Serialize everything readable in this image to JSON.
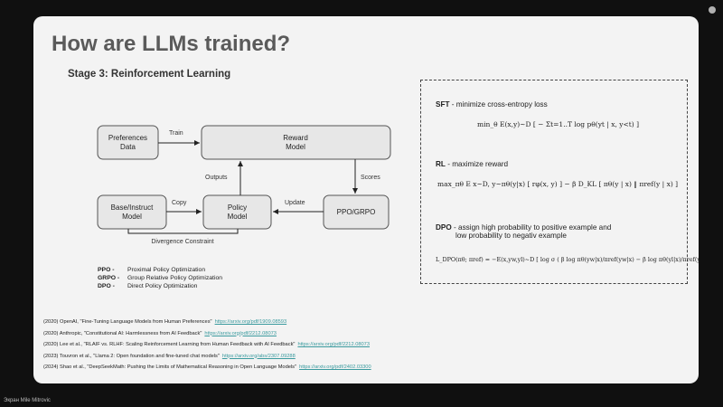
{
  "slide": {
    "title": "How are LLMs trained?",
    "stage_title": "Stage 3: Reinforcement Learning"
  },
  "diagram": {
    "boxes": {
      "preferences": [
        "Preferences",
        "Data"
      ],
      "reward": [
        "Reward",
        "Model"
      ],
      "base": [
        "Base/Instruct",
        "Model"
      ],
      "policy": [
        "Policy",
        "Model"
      ],
      "ppo": [
        "PPO/GRPO"
      ]
    },
    "edges": {
      "train": "Train",
      "outputs": "Outputs",
      "scores": "Scores",
      "copy": "Copy",
      "update": "Update",
      "divergence": "Divergence Constraint"
    }
  },
  "acronyms": [
    {
      "abbr": "PPO -",
      "desc": "Proximal Policy Optimization"
    },
    {
      "abbr": "GRPO -",
      "desc": "Group Relative Policy Optimization"
    },
    {
      "abbr": "DPO -",
      "desc": "Direct Policy Optimization"
    }
  ],
  "methods": {
    "sft": {
      "name": "SFT",
      "desc": " - minimize cross-entropy loss",
      "formula": "min_θ E(x,y)~D [ − Σt=1..T log pθ(yt | x, y<t) ]"
    },
    "rl": {
      "name": "RL",
      "desc": " - maximize reward",
      "formula": "max_πθ E x~D, y~πθ(y|x) [ rφ(x, y) ] − β D_KL [ πθ(y | x) ‖ πref(y | x) ]"
    },
    "dpo": {
      "name": "DPO",
      "desc": " - assign high probability to positive example and",
      "desc2": "low probability to negativ example",
      "formula": "L_DPO(πθ; πref) = −E(x,yw,yl)~D [ log σ ( β log πθ(yw|x)/πref(yw|x) − β log πθ(yl|x)/πref(yl|x) ) ]"
    }
  },
  "references": [
    {
      "text": "(2020) OpenAI, \"Fine-Tuning Language Models from Human Preferences\"",
      "link": "https://arxiv.org/pdf/1909.08593"
    },
    {
      "text": "(2020) Anthropic, \"Constitutional AI: Harmlessness from AI Feedback\"",
      "link": "https://arxiv.org/pdf/2212.08073"
    },
    {
      "text": "(2020) Lee et al., \"RLAIF vs. RLHF: Scaling Reinforcement Learning from Human Feedback with AI Feedback\"",
      "link": "https://arxiv.org/pdf/2212.08073"
    },
    {
      "text": "(2023) Touvron et al., \"Llama 2: Open foundation and fine-tuned chat models\"",
      "link": "https://arxiv.org/abs/2307.09288"
    },
    {
      "text": "(2024) Shao et al., \"DeepSeekMath: Pushing the Limits of Mathematical Reasoning in Open Language Models\"",
      "link": "https://arxiv.org/pdf/2402.03300"
    }
  ],
  "caption": "Экран Mile Mitrovic"
}
